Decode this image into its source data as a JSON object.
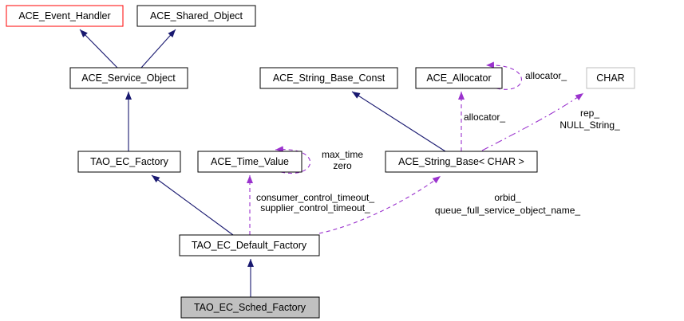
{
  "diagram": {
    "type": "uml-collaboration-diagram",
    "background_color": "#ffffff",
    "colors": {
      "inheritance_edge": "#191970",
      "usage_edge": "#9a32cd",
      "node_border": "#000000",
      "highlighted_node_border": "#ff0000",
      "template_param_border": "#bebebe",
      "focus_node_fill": "#c0c0c0",
      "node_fill": "#ffffff",
      "text": "#000000"
    },
    "nodes": {
      "event_handler": {
        "label": "ACE_Event_Handler"
      },
      "shared_object": {
        "label": "ACE_Shared_Object"
      },
      "service_object": {
        "label": "ACE_Service_Object"
      },
      "string_base_const": {
        "label": "ACE_String_Base_Const"
      },
      "allocator": {
        "label": "ACE_Allocator"
      },
      "char_param": {
        "label": "CHAR"
      },
      "ec_factory": {
        "label": "TAO_EC_Factory"
      },
      "time_value": {
        "label": "ACE_Time_Value"
      },
      "string_base": {
        "label": "ACE_String_Base< CHAR >"
      },
      "default_factory": {
        "label": "TAO_EC_Default_Factory"
      },
      "sched_factory": {
        "label": "TAO_EC_Sched_Factory"
      }
    },
    "edge_labels": {
      "allocator_self": "allocator_",
      "allocator_member": "allocator_",
      "rep_line1": "rep_",
      "rep_line2": "NULL_String_",
      "time_self_line1": "max_time",
      "time_self_line2": "zero",
      "timeouts_line1": "consumer_control_timeout_",
      "timeouts_line2": "supplier_control_timeout_",
      "orbid_line1": "orbid_",
      "orbid_line2": "queue_full_service_object_name_"
    }
  }
}
